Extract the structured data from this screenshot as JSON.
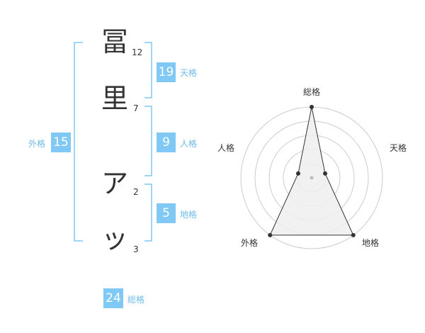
{
  "name": {
    "characters": [
      {
        "char": "冨",
        "strokes": "12"
      },
      {
        "char": "里",
        "strokes": "7"
      },
      {
        "char": "ア",
        "strokes": "2"
      },
      {
        "char": "ッ",
        "strokes": "3"
      }
    ]
  },
  "kakusu": {
    "tenkaku": {
      "value": "19",
      "label": "天格"
    },
    "jinkaku": {
      "value": "9",
      "label": "人格"
    },
    "chikaku": {
      "value": "5",
      "label": "地格"
    },
    "gaikaku": {
      "value": "15",
      "label": "外格"
    },
    "soukaku": {
      "value": "24",
      "label": "総格"
    }
  },
  "colors": {
    "accent": "#7fc9f4",
    "accent_text": "#6fbcea",
    "text": "#333333",
    "ring": "#cccccc",
    "fill": "#eeeeee"
  },
  "radar": {
    "labels": {
      "soukaku": "総格",
      "tenkaku": "天格",
      "chikaku": "地格",
      "gaikaku": "外格",
      "jinkaku": "人格"
    },
    "rings": 5,
    "max": 5,
    "scores": {
      "soukaku": 5,
      "tenkaku": 1,
      "chikaku": 5,
      "gaikaku": 5,
      "jinkaku": 1
    }
  }
}
